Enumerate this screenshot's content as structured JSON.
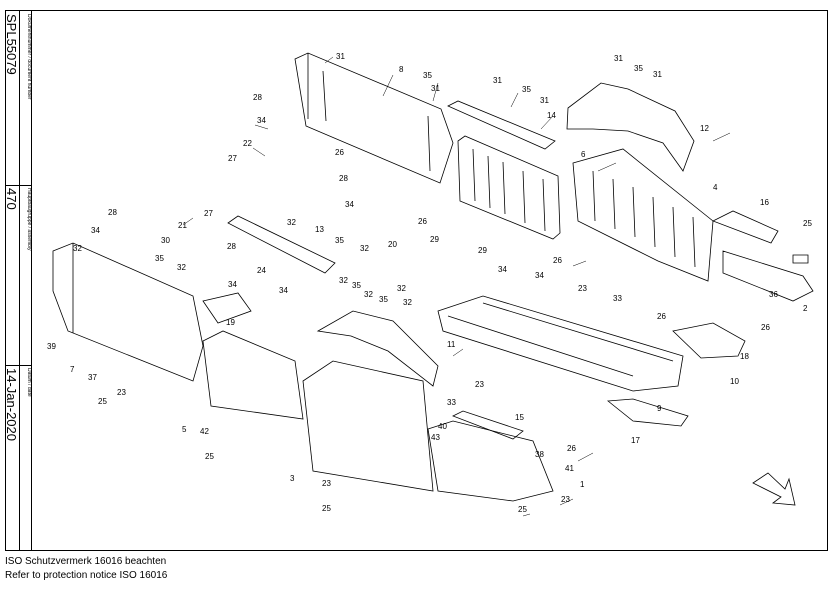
{
  "document_number_label": "Dokumentnummer / document number",
  "document_number": "SPL55079",
  "assembly_label": "Hauptbaugruppe / assembly",
  "assembly": "470",
  "date_label": "Datum / date",
  "date": "14-Jan-2020",
  "notice_de": "ISO Schutzvermerk 16016 beachten",
  "notice_en": "Refer to protection notice ISO 16016",
  "callouts": [
    {
      "id": "c31a",
      "text": "31"
    },
    {
      "id": "c8",
      "text": "8"
    },
    {
      "id": "c35a",
      "text": "35"
    },
    {
      "id": "c31b",
      "text": "31"
    },
    {
      "id": "c31c",
      "text": "31"
    },
    {
      "id": "c35b",
      "text": "35"
    },
    {
      "id": "c31d",
      "text": "31"
    },
    {
      "id": "c14",
      "text": "14"
    },
    {
      "id": "c31e",
      "text": "31"
    },
    {
      "id": "c35c",
      "text": "35"
    },
    {
      "id": "c31f",
      "text": "31"
    },
    {
      "id": "c28a",
      "text": "28"
    },
    {
      "id": "c34a",
      "text": "34"
    },
    {
      "id": "c26a",
      "text": "26"
    },
    {
      "id": "c22",
      "text": "22"
    },
    {
      "id": "c27a",
      "text": "27"
    },
    {
      "id": "c12",
      "text": "12"
    },
    {
      "id": "c6",
      "text": "6"
    },
    {
      "id": "c28b",
      "text": "28"
    },
    {
      "id": "c34b",
      "text": "34"
    },
    {
      "id": "c26b",
      "text": "26"
    },
    {
      "id": "c20",
      "text": "20"
    },
    {
      "id": "c4",
      "text": "4"
    },
    {
      "id": "c29a",
      "text": "29"
    },
    {
      "id": "c29b",
      "text": "29"
    },
    {
      "id": "c26c",
      "text": "26"
    },
    {
      "id": "c16",
      "text": "16"
    },
    {
      "id": "c25a",
      "text": "25"
    },
    {
      "id": "c28c",
      "text": "28"
    },
    {
      "id": "c27b",
      "text": "27"
    },
    {
      "id": "c21",
      "text": "21"
    },
    {
      "id": "c34c",
      "text": "34"
    },
    {
      "id": "c30",
      "text": "30"
    },
    {
      "id": "c32a",
      "text": "32"
    },
    {
      "id": "c13",
      "text": "13"
    },
    {
      "id": "c35d",
      "text": "35"
    },
    {
      "id": "c32b",
      "text": "32"
    },
    {
      "id": "c28d",
      "text": "28"
    },
    {
      "id": "c32c",
      "text": "32"
    },
    {
      "id": "c35e",
      "text": "35"
    },
    {
      "id": "c32d",
      "text": "32"
    },
    {
      "id": "c34d",
      "text": "34"
    },
    {
      "id": "c34e",
      "text": "34"
    },
    {
      "id": "c34f",
      "text": "34"
    },
    {
      "id": "c24",
      "text": "24"
    },
    {
      "id": "c34g",
      "text": "34"
    },
    {
      "id": "c23a",
      "text": "23"
    },
    {
      "id": "c33a",
      "text": "33"
    },
    {
      "id": "c26d",
      "text": "26"
    },
    {
      "id": "c36",
      "text": "36"
    },
    {
      "id": "c26e",
      "text": "26"
    },
    {
      "id": "c2",
      "text": "2"
    },
    {
      "id": "c32e",
      "text": "32"
    },
    {
      "id": "c35f",
      "text": "35"
    },
    {
      "id": "c32f",
      "text": "32"
    },
    {
      "id": "c32g",
      "text": "32"
    },
    {
      "id": "c35g",
      "text": "35"
    },
    {
      "id": "c32h",
      "text": "32"
    },
    {
      "id": "c19",
      "text": "19"
    },
    {
      "id": "c18",
      "text": "18"
    },
    {
      "id": "c39",
      "text": "39"
    },
    {
      "id": "c7",
      "text": "7"
    },
    {
      "id": "c37",
      "text": "37"
    },
    {
      "id": "c25b",
      "text": "25"
    },
    {
      "id": "c23b",
      "text": "23"
    },
    {
      "id": "c11",
      "text": "11"
    },
    {
      "id": "c23c",
      "text": "23"
    },
    {
      "id": "c10",
      "text": "10"
    },
    {
      "id": "c33b",
      "text": "33"
    },
    {
      "id": "c9",
      "text": "9"
    },
    {
      "id": "c17",
      "text": "17"
    },
    {
      "id": "c5",
      "text": "5"
    },
    {
      "id": "c42",
      "text": "42"
    },
    {
      "id": "c25c",
      "text": "25"
    },
    {
      "id": "c15",
      "text": "15"
    },
    {
      "id": "c40",
      "text": "40"
    },
    {
      "id": "c43",
      "text": "43"
    },
    {
      "id": "c26f",
      "text": "26"
    },
    {
      "id": "c38",
      "text": "38"
    },
    {
      "id": "c41",
      "text": "41"
    },
    {
      "id": "c3",
      "text": "3"
    },
    {
      "id": "c23d",
      "text": "23"
    },
    {
      "id": "c1",
      "text": "1"
    },
    {
      "id": "c23e",
      "text": "23"
    },
    {
      "id": "c25d",
      "text": "25"
    },
    {
      "id": "c25e",
      "text": "25"
    }
  ]
}
